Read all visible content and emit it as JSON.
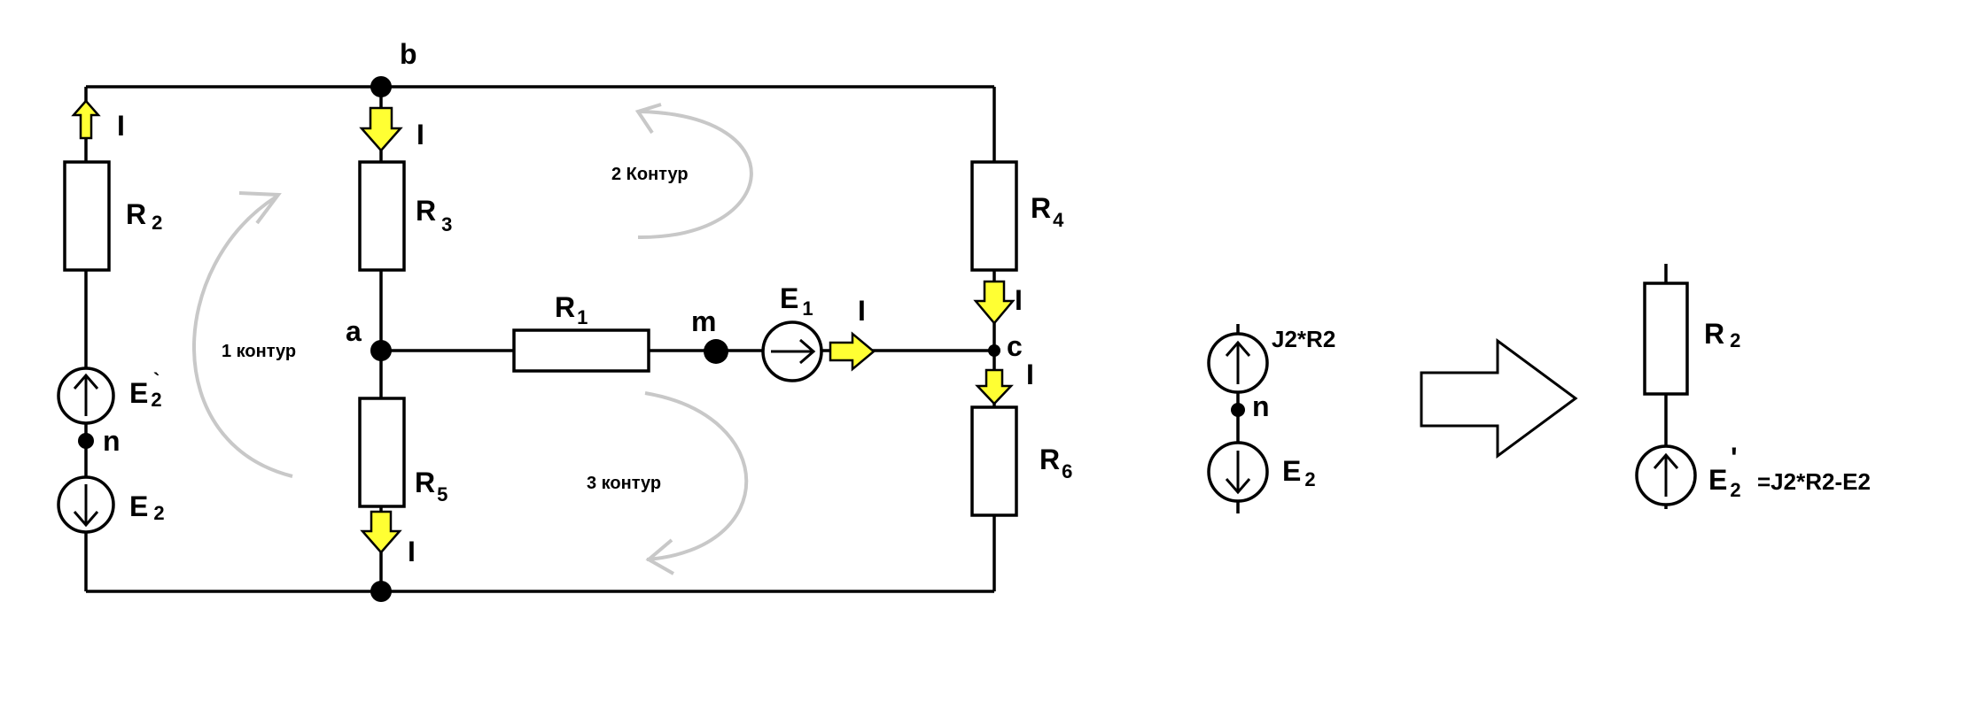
{
  "main_circuit": {
    "node_b": "b",
    "node_a": "a",
    "node_m": "m",
    "node_c": "c",
    "node_n": "n",
    "current_label": "I",
    "r2": {
      "letter": "R",
      "sub": "2"
    },
    "r3": {
      "letter": "R",
      "sub": "3"
    },
    "r4": {
      "letter": "R",
      "sub": "4"
    },
    "r5": {
      "letter": "R",
      "sub": "5"
    },
    "r6": {
      "letter": "R",
      "sub": "6"
    },
    "r1": {
      "letter": "R",
      "sub": "1"
    },
    "e1": {
      "letter": "E",
      "sub": "1"
    },
    "e2_upper": {
      "letter": "E",
      "sub": "2",
      "mark": "`"
    },
    "e2_lower": {
      "letter": "E",
      "sub": "2"
    },
    "loop1_label": "1 контур",
    "loop2_label": "2 Контур",
    "loop3_label": "3 контур"
  },
  "middle_fragment": {
    "source_label": "J2*R2",
    "node_n": "n",
    "e2": {
      "letter": "E",
      "sub": "2"
    }
  },
  "equivalent": {
    "r2": {
      "letter": "R",
      "sub": "2"
    },
    "e2_prime": {
      "letter": "E",
      "sub": "2",
      "mark": "'"
    },
    "formula": "=J2*R2-E2"
  },
  "colors": {
    "current_arrow": "#ffff33",
    "loop_arrow": "#c8c8c8",
    "wire": "#000000"
  }
}
